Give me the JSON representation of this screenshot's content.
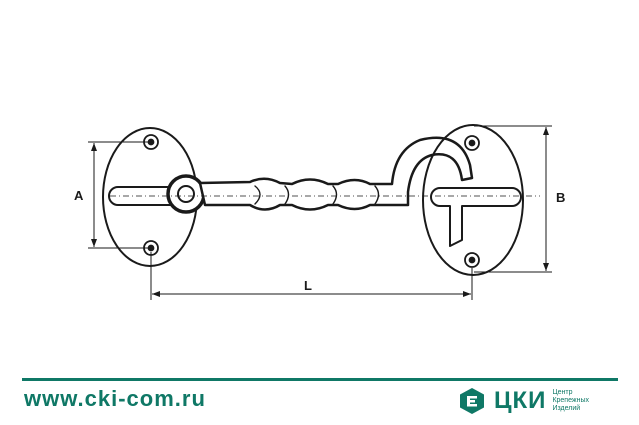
{
  "dimensions": {
    "a": "A",
    "b": "B",
    "l": "L"
  },
  "footer": {
    "url": "www.cki-com.ru",
    "brand": "ЦКИ",
    "brand_sub": [
      "Центр",
      "Крепежных",
      "Изделий"
    ],
    "accent_color": "#0f7866"
  }
}
